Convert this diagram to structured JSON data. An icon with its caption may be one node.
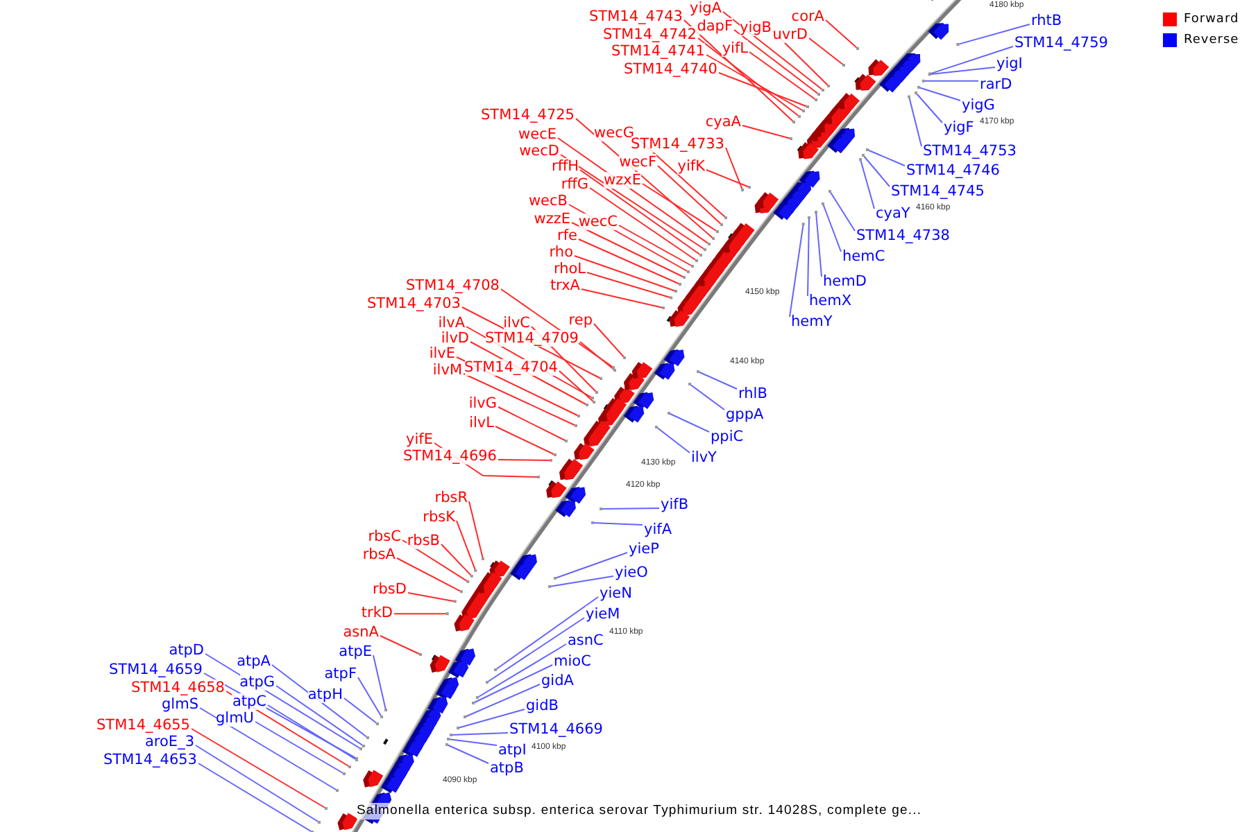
{
  "diagram": {
    "caption": "Salmonella enterica subsp. enterica serovar Typhimurium str. 14028S, complete ge...",
    "nodes": [
      {
        "text": [
          "STM14_4743"
        ]
      },
      {
        "text": [
          "STM14_4742"
        ]
      },
      {
        "text": [
          "STM14_4741"
        ]
      },
      {
        "text": [
          "STM14_4740"
        ]
      },
      {
        "text": [
          "yigA"
        ]
      },
      {
        "text": [
          "dapF"
        ]
      },
      {
        "text": [
          "yigB"
        ]
      },
      {
        "text": [
          "yifL"
        ]
      },
      {
        "text": [
          "corA"
        ]
      },
      {
        "text": [
          "uvrD"
        ]
      },
      {
        "text": [
          "cyaA"
        ]
      },
      {
        "text": [
          "STM14_4725"
        ]
      },
      {
        "text": [
          "wecE"
        ]
      },
      {
        "text": [
          "wecD"
        ]
      },
      {
        "text": [
          "rffH"
        ]
      },
      {
        "text": [
          "rffG"
        ]
      },
      {
        "text": [
          "wecB"
        ]
      },
      {
        "text": [
          "wzzE"
        ]
      },
      {
        "text": [
          "rfe"
        ]
      },
      {
        "text": [
          "rho"
        ]
      },
      {
        "text": [
          "rhoL"
        ]
      },
      {
        "text": [
          "trxA"
        ]
      },
      {
        "text": [
          "wecG"
        ]
      },
      {
        "text": [
          "wecF"
        ]
      },
      {
        "text": [
          "wzxE"
        ]
      },
      {
        "text": [
          "wecC"
        ]
      },
      {
        "text": [
          "STM14_4733"
        ]
      },
      {
        "text": [
          "yifK"
        ]
      },
      {
        "text": [
          "STM14_4708"
        ]
      },
      {
        "text": [
          "STM14_4703"
        ]
      },
      {
        "text": [
          "ilvA"
        ]
      },
      {
        "text": [
          "ilvD"
        ]
      },
      {
        "text": [
          "ilvE"
        ]
      },
      {
        "text": [
          "ilvM"
        ]
      },
      {
        "text": [
          "ilvC"
        ]
      },
      {
        "text": [
          "STM14_4709"
        ]
      },
      {
        "text": [
          "STM14_4704"
        ]
      },
      {
        "text": [
          "rep"
        ]
      },
      {
        "text": [
          "ilvG"
        ]
      },
      {
        "text": [
          "ilvL"
        ]
      },
      {
        "text": [
          "yifE"
        ]
      },
      {
        "text": [
          "STM14_4696"
        ]
      },
      {
        "text": [
          "rbsR"
        ]
      },
      {
        "text": [
          "rbsK"
        ]
      },
      {
        "text": [
          "rbsC"
        ]
      },
      {
        "text": [
          "rbsB"
        ]
      },
      {
        "text": [
          "rbsA"
        ]
      },
      {
        "text": [
          "rbsD"
        ]
      },
      {
        "text": [
          "trkD"
        ]
      },
      {
        "text": [
          "asnA"
        ]
      },
      {
        "text": [
          "STM14_4658"
        ]
      },
      {
        "text": [
          "STM14_4655"
        ]
      },
      {
        "text": [
          "rhtB"
        ]
      },
      {
        "text": [
          "STM14_4759"
        ]
      },
      {
        "text": [
          "yigI"
        ]
      },
      {
        "text": [
          "rarD"
        ]
      },
      {
        "text": [
          "yigG"
        ]
      },
      {
        "text": [
          "yigF"
        ]
      },
      {
        "text": [
          "STM14_4753"
        ]
      },
      {
        "text": [
          "STM14_4746"
        ]
      },
      {
        "text": [
          "STM14_4745"
        ]
      },
      {
        "text": [
          "cyaY"
        ]
      },
      {
        "text": [
          "STM14_4738"
        ]
      },
      {
        "text": [
          "hemC"
        ]
      },
      {
        "text": [
          "hemD"
        ]
      },
      {
        "text": [
          "hemX"
        ]
      },
      {
        "text": [
          "hemY"
        ]
      },
      {
        "text": [
          "rhlB"
        ]
      },
      {
        "text": [
          "gppA"
        ]
      },
      {
        "text": [
          "ppiC"
        ]
      },
      {
        "text": [
          "ilvY"
        ]
      },
      {
        "text": [
          "yifB"
        ]
      },
      {
        "text": [
          "yifA"
        ]
      },
      {
        "text": [
          "yieP"
        ]
      },
      {
        "text": [
          "yieO"
        ]
      },
      {
        "text": [
          "yieN"
        ]
      },
      {
        "text": [
          "yieM"
        ]
      },
      {
        "text": [
          "asnC"
        ]
      },
      {
        "text": [
          "mioC"
        ]
      },
      {
        "text": [
          "gidA"
        ]
      },
      {
        "text": [
          "gidB"
        ]
      },
      {
        "text": [
          "STM14_4669"
        ]
      },
      {
        "text": [
          "atpI"
        ]
      },
      {
        "text": [
          "atpB"
        ]
      },
      {
        "text": [
          "atpE"
        ]
      },
      {
        "text": [
          "atpF"
        ]
      },
      {
        "text": [
          "atpH"
        ]
      },
      {
        "text": [
          "atpA"
        ]
      },
      {
        "text": [
          "atpG"
        ]
      },
      {
        "text": [
          "atpC"
        ]
      },
      {
        "text": [
          "glmU"
        ]
      },
      {
        "text": [
          "atpD"
        ]
      },
      {
        "text": [
          "STM14_4659"
        ]
      },
      {
        "text": [
          "glmS"
        ]
      },
      {
        "text": [
          "aroE_3"
        ]
      },
      {
        "text": [
          "STM14_4653"
        ]
      }
    ],
    "edges": [
      {
        "from": 0,
        "to": null,
        "arrow": "none"
      },
      {
        "from": 1,
        "to": null,
        "arrow": "none"
      },
      {
        "from": 2,
        "to": null,
        "arrow": "none"
      },
      {
        "from": 3,
        "to": null,
        "arrow": "none"
      },
      {
        "from": 4,
        "to": null,
        "arrow": "none"
      },
      {
        "from": 5,
        "to": null,
        "arrow": "none"
      },
      {
        "from": 6,
        "to": null,
        "arrow": "none"
      },
      {
        "from": 7,
        "to": null,
        "arrow": "none"
      },
      {
        "from": 8,
        "to": null,
        "arrow": "none"
      },
      {
        "from": 9,
        "to": null,
        "arrow": "none"
      },
      {
        "from": 10,
        "to": null,
        "arrow": "none"
      },
      {
        "from": 11,
        "to": null,
        "arrow": "none"
      },
      {
        "from": 12,
        "to": null,
        "arrow": "none"
      },
      {
        "from": 13,
        "to": null,
        "arrow": "none"
      },
      {
        "from": 14,
        "to": null,
        "arrow": "none"
      },
      {
        "from": 15,
        "to": null,
        "arrow": "none"
      },
      {
        "from": 16,
        "to": null,
        "arrow": "none"
      },
      {
        "from": 17,
        "to": null,
        "arrow": "none"
      },
      {
        "from": 18,
        "to": null,
        "arrow": "none"
      },
      {
        "from": 19,
        "to": null,
        "arrow": "none"
      },
      {
        "from": 20,
        "to": null,
        "arrow": "none"
      },
      {
        "from": 21,
        "to": null,
        "arrow": "none"
      },
      {
        "from": 22,
        "to": null,
        "arrow": "none"
      },
      {
        "from": 23,
        "to": null,
        "arrow": "none"
      },
      {
        "from": 24,
        "to": null,
        "arrow": "none"
      },
      {
        "from": 25,
        "to": null,
        "arrow": "none"
      },
      {
        "from": 26,
        "to": null,
        "arrow": "none"
      },
      {
        "from": 27,
        "to": null,
        "arrow": "none"
      },
      {
        "from": 28,
        "to": null,
        "arrow": "none"
      },
      {
        "from": 29,
        "to": null,
        "arrow": "none"
      },
      {
        "from": 30,
        "to": null,
        "arrow": "none"
      },
      {
        "from": 31,
        "to": null,
        "arrow": "none"
      },
      {
        "from": 32,
        "to": null,
        "arrow": "none"
      },
      {
        "from": 33,
        "to": null,
        "arrow": "none"
      },
      {
        "from": 34,
        "to": null,
        "arrow": "none"
      },
      {
        "from": 35,
        "to": null,
        "arrow": "none"
      },
      {
        "from": 36,
        "to": null,
        "arrow": "none"
      },
      {
        "from": 37,
        "to": null,
        "arrow": "none"
      },
      {
        "from": 38,
        "to": null,
        "arrow": "none"
      },
      {
        "from": 39,
        "to": null,
        "arrow": "none"
      },
      {
        "from": 40,
        "to": null,
        "arrow": "none"
      },
      {
        "from": 41,
        "to": null,
        "arrow": "none"
      },
      {
        "from": 42,
        "to": null,
        "arrow": "none"
      },
      {
        "from": 43,
        "to": null,
        "arrow": "none"
      },
      {
        "from": 44,
        "to": null,
        "arrow": "none"
      },
      {
        "from": 45,
        "to": null,
        "arrow": "none"
      },
      {
        "from": 46,
        "to": null,
        "arrow": "none"
      },
      {
        "from": 47,
        "to": null,
        "arrow": "none"
      },
      {
        "from": 48,
        "to": null,
        "arrow": "none"
      },
      {
        "from": 49,
        "to": null,
        "arrow": "none"
      },
      {
        "from": 50,
        "to": null,
        "arrow": "none"
      },
      {
        "from": 51,
        "to": null,
        "arrow": "none"
      },
      {
        "from": 52,
        "to": null,
        "arrow": "none",
        "color": "#6464ff"
      },
      {
        "from": 53,
        "to": null,
        "arrow": "none",
        "color": "#6464ff"
      },
      {
        "from": 54,
        "to": null,
        "arrow": "none",
        "color": "#6464ff"
      },
      {
        "from": 55,
        "to": null,
        "arrow": "none",
        "color": "#6464ff"
      },
      {
        "from": 56,
        "to": null,
        "arrow": "none",
        "color": "#6464ff"
      },
      {
        "from": 57,
        "to": null,
        "arrow": "none",
        "color": "#6464ff"
      },
      {
        "from": 58,
        "to": null,
        "arrow": "none",
        "color": "#6464ff"
      },
      {
        "from": 59,
        "to": null,
        "arrow": "none",
        "color": "#6464ff"
      },
      {
        "from": 60,
        "to": null,
        "arrow": "none",
        "color": "#6464ff"
      },
      {
        "from": 61,
        "to": null,
        "arrow": "none",
        "color": "#6464ff"
      },
      {
        "from": 62,
        "to": null,
        "arrow": "none",
        "color": "#6464ff"
      },
      {
        "from": 63,
        "to": null,
        "arrow": "none",
        "color": "#6464ff"
      },
      {
        "from": 64,
        "to": null,
        "arrow": "none",
        "color": "#6464ff"
      },
      {
        "from": 65,
        "to": null,
        "arrow": "none",
        "color": "#6464ff"
      },
      {
        "from": 66,
        "to": null,
        "arrow": "none",
        "color": "#6464ff"
      },
      {
        "from": 67,
        "to": null,
        "arrow": "none",
        "color": "#6464ff"
      },
      {
        "from": 68,
        "to": null,
        "arrow": "none",
        "color": "#6464ff"
      },
      {
        "from": 69,
        "to": null,
        "arrow": "none",
        "color": "#6464ff"
      },
      {
        "from": 70,
        "to": null,
        "arrow": "none",
        "color": "#6464ff"
      },
      {
        "from": 71,
        "to": null,
        "arrow": "none",
        "color": "#6464ff"
      },
      {
        "from": 72,
        "to": null,
        "arrow": "none",
        "color": "#6464ff"
      },
      {
        "from": 73,
        "to": null,
        "arrow": "none",
        "color": "#6464ff"
      },
      {
        "from": 74,
        "to": null,
        "arrow": "none",
        "color": "#6464ff"
      },
      {
        "from": 75,
        "to": null,
        "arrow": "none",
        "color": "#6464ff"
      },
      {
        "from": 76,
        "to": null,
        "arrow": "none",
        "color": "#6464ff"
      },
      {
        "from": 77,
        "to": null,
        "arrow": "none",
        "color": "#6464ff"
      },
      {
        "from": 78,
        "to": null,
        "arrow": "none",
        "color": "#6464ff"
      },
      {
        "from": 79,
        "to": null,
        "arrow": "none",
        "color": "#6464ff"
      },
      {
        "from": 80,
        "to": null,
        "arrow": "none",
        "color": "#6464ff"
      },
      {
        "from": 81,
        "to": null,
        "arrow": "none",
        "color": "#6464ff"
      },
      {
        "from": 82,
        "to": null,
        "arrow": "none",
        "color": "#6464ff"
      },
      {
        "from": 83,
        "to": null,
        "arrow": "none",
        "color": "#6464ff"
      },
      {
        "from": 84,
        "to": null,
        "arrow": "none",
        "color": "#6464ff"
      },
      {
        "from": 85,
        "to": null,
        "arrow": "none",
        "color": "#6464ff"
      },
      {
        "from": 86,
        "to": null,
        "arrow": "none",
        "color": "#6464ff"
      },
      {
        "from": 87,
        "to": null,
        "arrow": "none",
        "color": "#6464ff"
      },
      {
        "from": 88,
        "to": null,
        "arrow": "none",
        "color": "#6464ff"
      },
      {
        "from": 89,
        "to": null,
        "arrow": "none",
        "color": "#6464ff"
      },
      {
        "from": 90,
        "to": null,
        "arrow": "none",
        "color": "#6464ff"
      },
      {
        "from": 91,
        "to": null,
        "arrow": "none",
        "color": "#6464ff"
      },
      {
        "from": 92,
        "to": null,
        "arrow": "none",
        "color": "#6464ff"
      },
      {
        "from": 93,
        "to": null,
        "arrow": "none",
        "color": "#6464ff"
      },
      {
        "from": 94,
        "to": null,
        "arrow": "none",
        "color": "#6464ff"
      },
      {
        "from": 95,
        "to": null,
        "arrow": "none",
        "color": "#6464ff"
      }
    ],
    "labels": [
      "4180 kbp",
      "4170 kbp",
      "4160 kbp",
      "4150 kbp",
      "4140 kbp",
      "4130 kbp",
      "4120 kbp",
      "4110 kbp",
      "4100 kbp",
      "4090 kbp"
    ],
    "legend": [
      {
        "text": "Forward",
        "color": "#ff0000"
      },
      {
        "text": "Reverse",
        "color": "#0000ff"
      }
    ]
  }
}
